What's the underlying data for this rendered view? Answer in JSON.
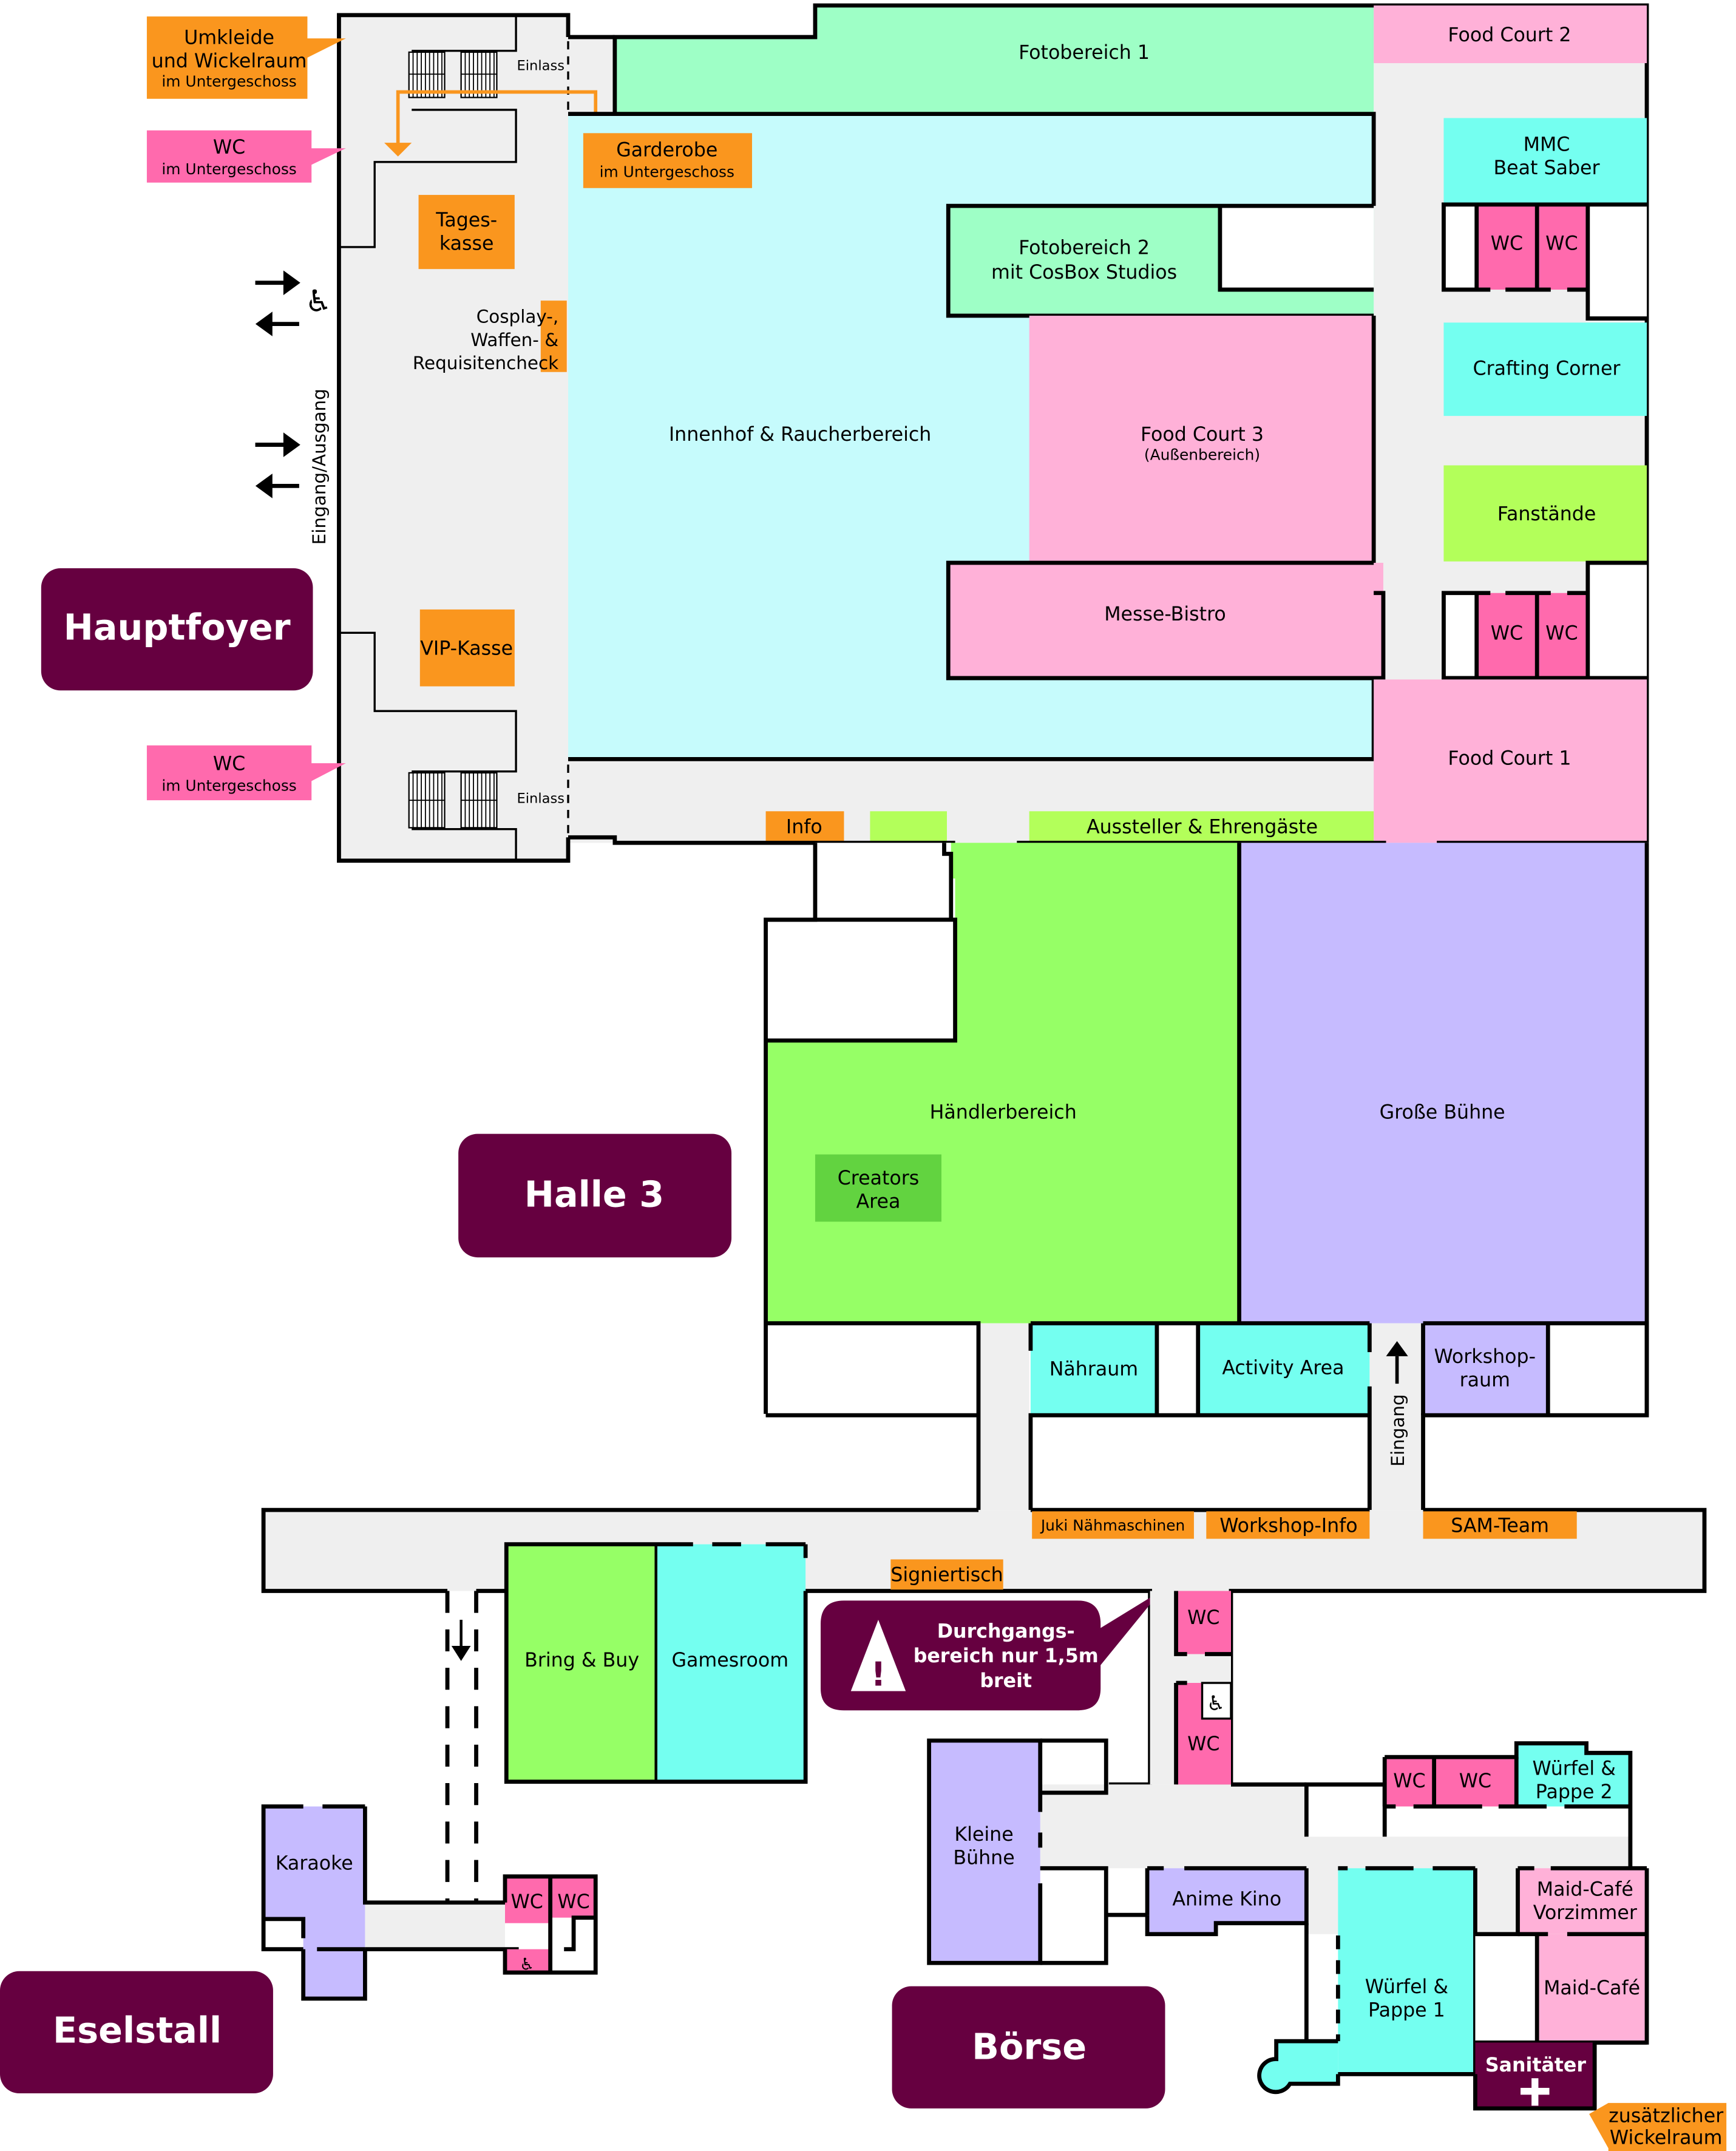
{
  "colors": {
    "corridor": "#efefef",
    "cyan": "#74fff0",
    "light_cyan": "#c6fbfc",
    "mint": "#9effc6",
    "food_pink": "#ffb1d8",
    "wc_pink": "#ff6aad",
    "lavender": "#c6bbff",
    "green": "#96ff66",
    "lime": "#b3ff5a",
    "creators_green": "#62d340",
    "orange": "#fa961e",
    "maroon": "#660040"
  },
  "buildings": {
    "hauptfoyer": "Hauptfoyer",
    "halle3": "Halle 3",
    "eselstall": "Eselstall",
    "boerse": "Börse"
  },
  "callouts": {
    "umkleide": {
      "line1": "Umkleide",
      "line2": "und Wickelraum",
      "line3": "im Untergeschoss"
    },
    "wc_top": {
      "line1": "WC",
      "line2": "im Untergeschoss"
    },
    "wc_bottom": {
      "line1": "WC",
      "line2": "im Untergeschoss"
    },
    "garderobe": {
      "line1": "Garderobe",
      "line2": "im Untergeschoss"
    },
    "warning": {
      "line1": "Durchgangs-",
      "line2": "bereich nur 1,5m",
      "line3": "breit"
    },
    "wickelraum": {
      "line1": "zusätzlicher",
      "line2": "Wickelraum"
    }
  },
  "foyer": {
    "einlass_top": "Einlass",
    "einlass_bottom": "Einlass",
    "tageskasse": {
      "line1": "Tages-",
      "line2": "kasse"
    },
    "cosplay_check": {
      "line1": "Cosplay-,",
      "line2": "Waffen- &",
      "line3": "Requisitencheck"
    },
    "vip_kasse": "VIP-Kasse",
    "eingang_ausgang": "Eingang/Ausgang"
  },
  "rooms": {
    "fotobereich1": "Fotobereich 1",
    "food_court2": "Food Court 2",
    "mmc": {
      "line1": "MMC",
      "line2": "Beat Saber"
    },
    "fotobereich2": {
      "line1": "Fotobereich 2",
      "line2": "mit CosBox Studios"
    },
    "innenhof": "Innenhof & Raucherbereich",
    "food_court3": {
      "line1": "Food Court 3",
      "line2": "(Außenbereich)"
    },
    "crafting_corner": "Crafting Corner",
    "fanstaende": "Fanstände",
    "messe_bistro": "Messe-Bistro",
    "food_court1": "Food Court 1",
    "info": "Info",
    "aussteller": "Aussteller & Ehrengäste",
    "haendlerbereich": "Händlerbereich",
    "creators_area": {
      "line1": "Creators",
      "line2": "Area"
    },
    "grosse_buehne": "Große Bühne",
    "naehraum": "Nähraum",
    "activity_area": "Activity Area",
    "eingang": "Eingang",
    "workshopraum": {
      "line1": "Workshop-",
      "line2": "raum"
    },
    "juki": "Juki Nähmaschinen",
    "workshop_info": "Workshop-Info",
    "sam_team": "SAM-Team",
    "signiertisch": "Signiertisch",
    "bring_buy": "Bring & Buy",
    "gamesroom": "Gamesroom",
    "karaoke": "Karaoke",
    "kleine_buehne": {
      "line1": "Kleine",
      "line2": "Bühne"
    },
    "anime_kino": "Anime Kino",
    "wuerfel1": {
      "line1": "Würfel &",
      "line2": "Pappe 1"
    },
    "wuerfel2": {
      "line1": "Würfel &",
      "line2": "Pappe 2"
    },
    "maid_vorzimmer": {
      "line1": "Maid-Café",
      "line2": "Vorzimmer"
    },
    "maid_cafe": "Maid-Café",
    "sanitaeter": "Sanitäter",
    "wc": "WC"
  }
}
